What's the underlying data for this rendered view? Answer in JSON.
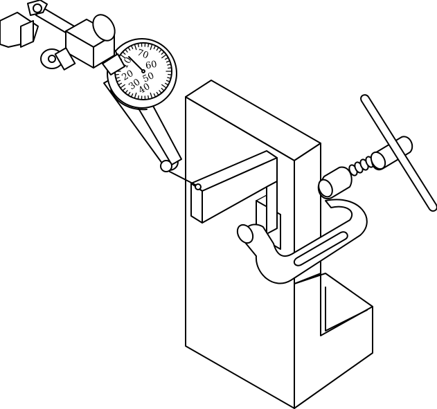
{
  "figure": {
    "dial_numbers": [
      "10",
      "70",
      "60",
      "20",
      "50",
      "30",
      "40"
    ]
  },
  "colors": {
    "line": "#000000",
    "paper": "#ffffff"
  }
}
